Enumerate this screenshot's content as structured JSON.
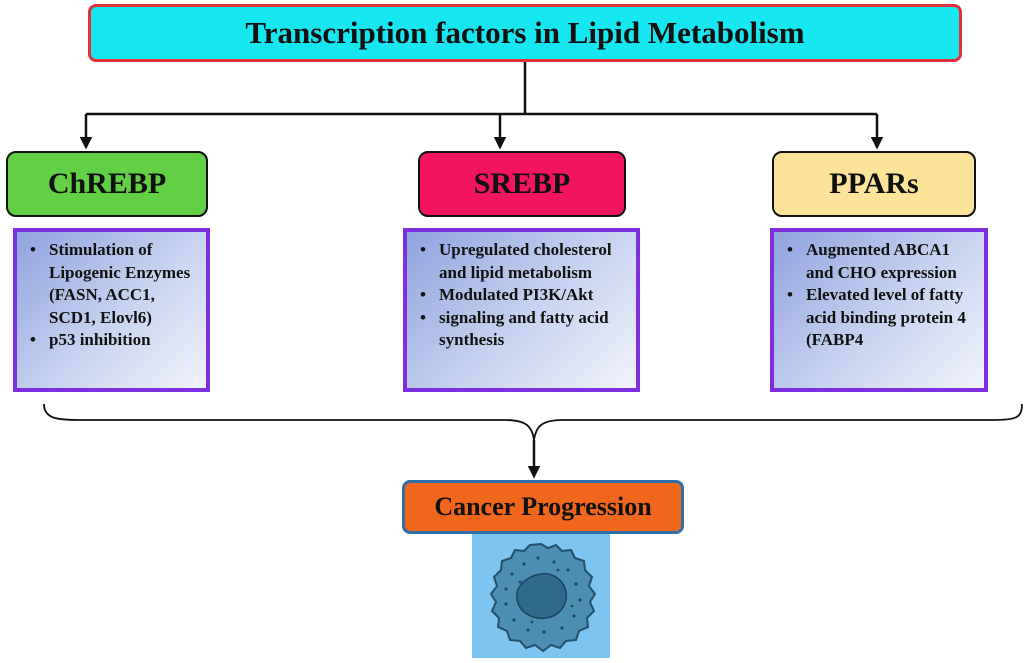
{
  "title": "Transcription factors in Lipid Metabolism",
  "factors": [
    {
      "name": "ChREBP",
      "color": "#62cf45",
      "items": [
        "Stimulation of Lipogenic Enzymes (FASN, ACC1, SCD1, Elovl6)",
        "p53 inhibition"
      ]
    },
    {
      "name": "SREBP",
      "color": "#f2145f",
      "items": [
        "Upregulated cholesterol and lipid metabolism",
        "Modulated PI3K/Akt",
        "signaling and fatty acid synthesis"
      ]
    },
    {
      "name": "PPARs",
      "color": "#fbe39a",
      "items": [
        "Augmented ABCA1 and CHO expression",
        "Elevated level of fatty acid binding protein 4 (FABP4"
      ]
    }
  ],
  "outcome": {
    "label": "Cancer Progression",
    "color": "#f0661c",
    "image_icon": "cancer-cell-icon"
  },
  "colors": {
    "title_fill": "#16e6f0",
    "title_border": "#e0303a",
    "detail_border": "#7e2fe0",
    "cell_panel": "#7fc4ee"
  }
}
